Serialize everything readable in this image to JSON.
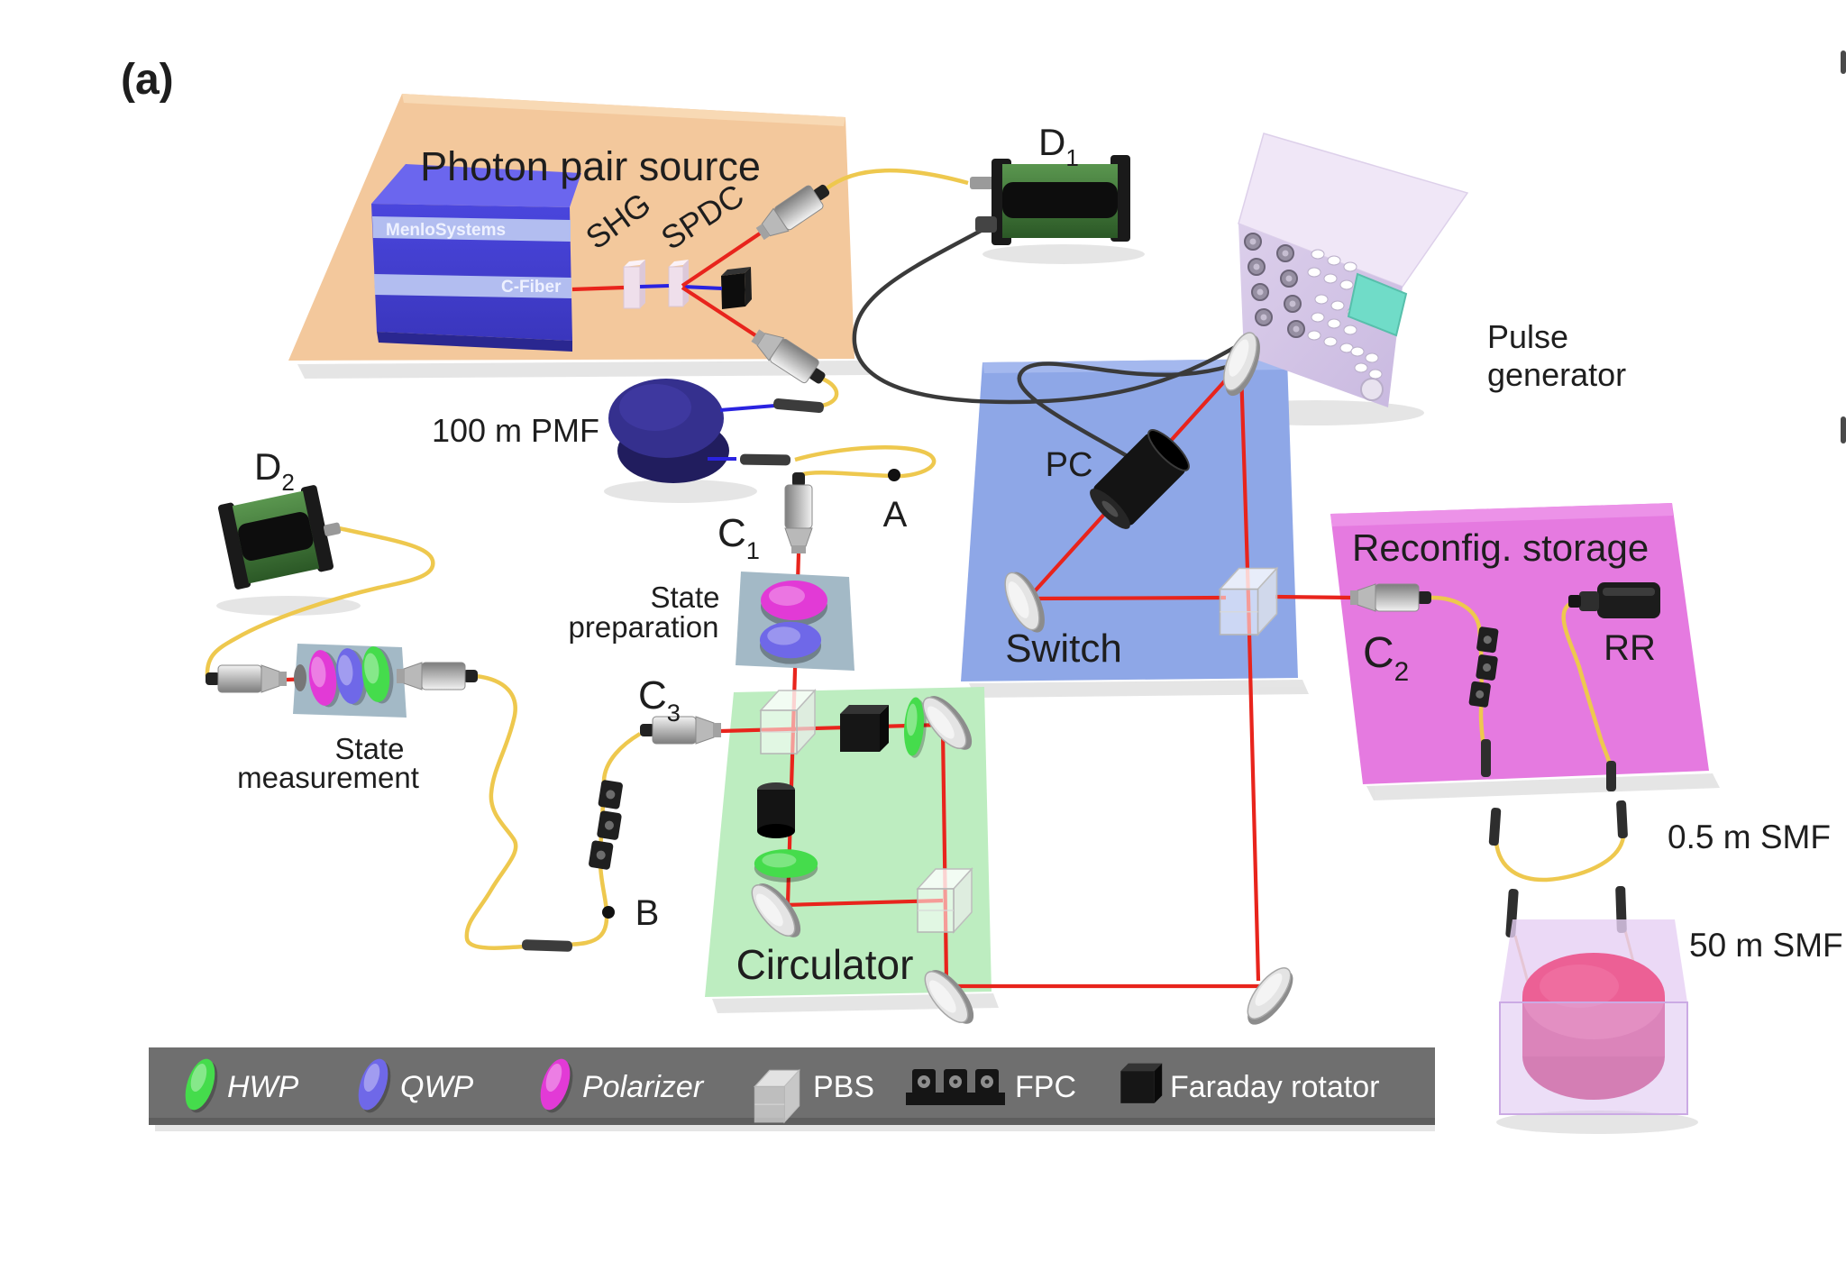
{
  "figure": {
    "panel_label": "(a)"
  },
  "source": {
    "title": "Photon pair source",
    "laser_brand": "MenloSystems",
    "laser_model": "C-Fiber",
    "shg": "SHG",
    "spdc": "SPDC"
  },
  "detectors": {
    "d1": {
      "base": "D",
      "sub": "1"
    },
    "d2": {
      "base": "D",
      "sub": "2"
    }
  },
  "pulse_generator": {
    "line1": "Pulse",
    "line2": "generator"
  },
  "fibers": {
    "pmf": "100 m PMF",
    "smf_short": "0.5 m SMF",
    "smf_long": "50 m SMF"
  },
  "points": {
    "a": "A",
    "b": "B"
  },
  "collimators": {
    "c1": {
      "base": "C",
      "sub": "1"
    },
    "c2": {
      "base": "C",
      "sub": "2"
    },
    "c3": {
      "base": "C",
      "sub": "3"
    }
  },
  "stages": {
    "preparation": {
      "line1": "State",
      "line2": "preparation"
    },
    "measurement": {
      "line1": "State",
      "line2": "measurement"
    }
  },
  "switch": {
    "title": "Switch",
    "pc": "PC"
  },
  "circulator": {
    "title": "Circulator"
  },
  "storage": {
    "title": "Reconfig. storage",
    "rr": "RR"
  },
  "legend": {
    "items": [
      {
        "label": "HWP",
        "color": "#45dc4c"
      },
      {
        "label": "QWP",
        "color": "#6f68e8"
      },
      {
        "label": "Polarizer",
        "color": "#e23ad6"
      },
      {
        "label": "PBS"
      },
      {
        "label": "FPC"
      },
      {
        "label": "Faraday rotator"
      }
    ]
  },
  "colors": {
    "beam_red": "#e8241c",
    "beam_blue": "#2a23e0",
    "fiber_yellow": "#eec84e",
    "cable_black": "#3a3a3a",
    "panel_source": "#f3c89c",
    "panel_switch": "#8ea7e7",
    "panel_circulator": "#bdedc0",
    "panel_storage": "#e57ae0",
    "legend_bar": "#6f6f6f"
  }
}
